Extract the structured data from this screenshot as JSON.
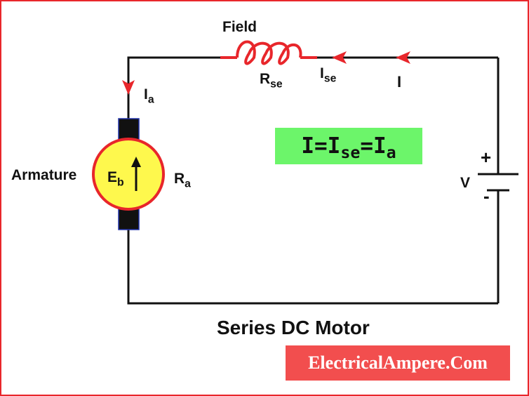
{
  "labels": {
    "field": "Field",
    "rse_main": "R",
    "rse_sub": "se",
    "ise_main": "I",
    "ise_sub": "se",
    "i": "I",
    "ia_main": "I",
    "ia_sub": "a",
    "armature": "Armature",
    "eb_main": "E",
    "eb_sub": "b",
    "ra_main": "R",
    "ra_sub": "a",
    "plus": "+",
    "minus": "-",
    "v": "V"
  },
  "formula": {
    "part1": "I=I",
    "sub1": "se",
    "part2": "=I",
    "sub2": "a"
  },
  "title": "Series DC Motor",
  "brand": "ElectricalAmpere.Com",
  "colors": {
    "border": "#e8262b",
    "wire": "#111111",
    "coil": "#e8262b",
    "arrow": "#e8262b",
    "armature_fill": "#fef84d",
    "armature_ring": "#e8262b",
    "brush": "#111111",
    "brush_outline": "#2233aa",
    "formula_bg": "#6cf56a",
    "brand_bg": "#f24e4e",
    "brand_text": "#ffffff"
  }
}
